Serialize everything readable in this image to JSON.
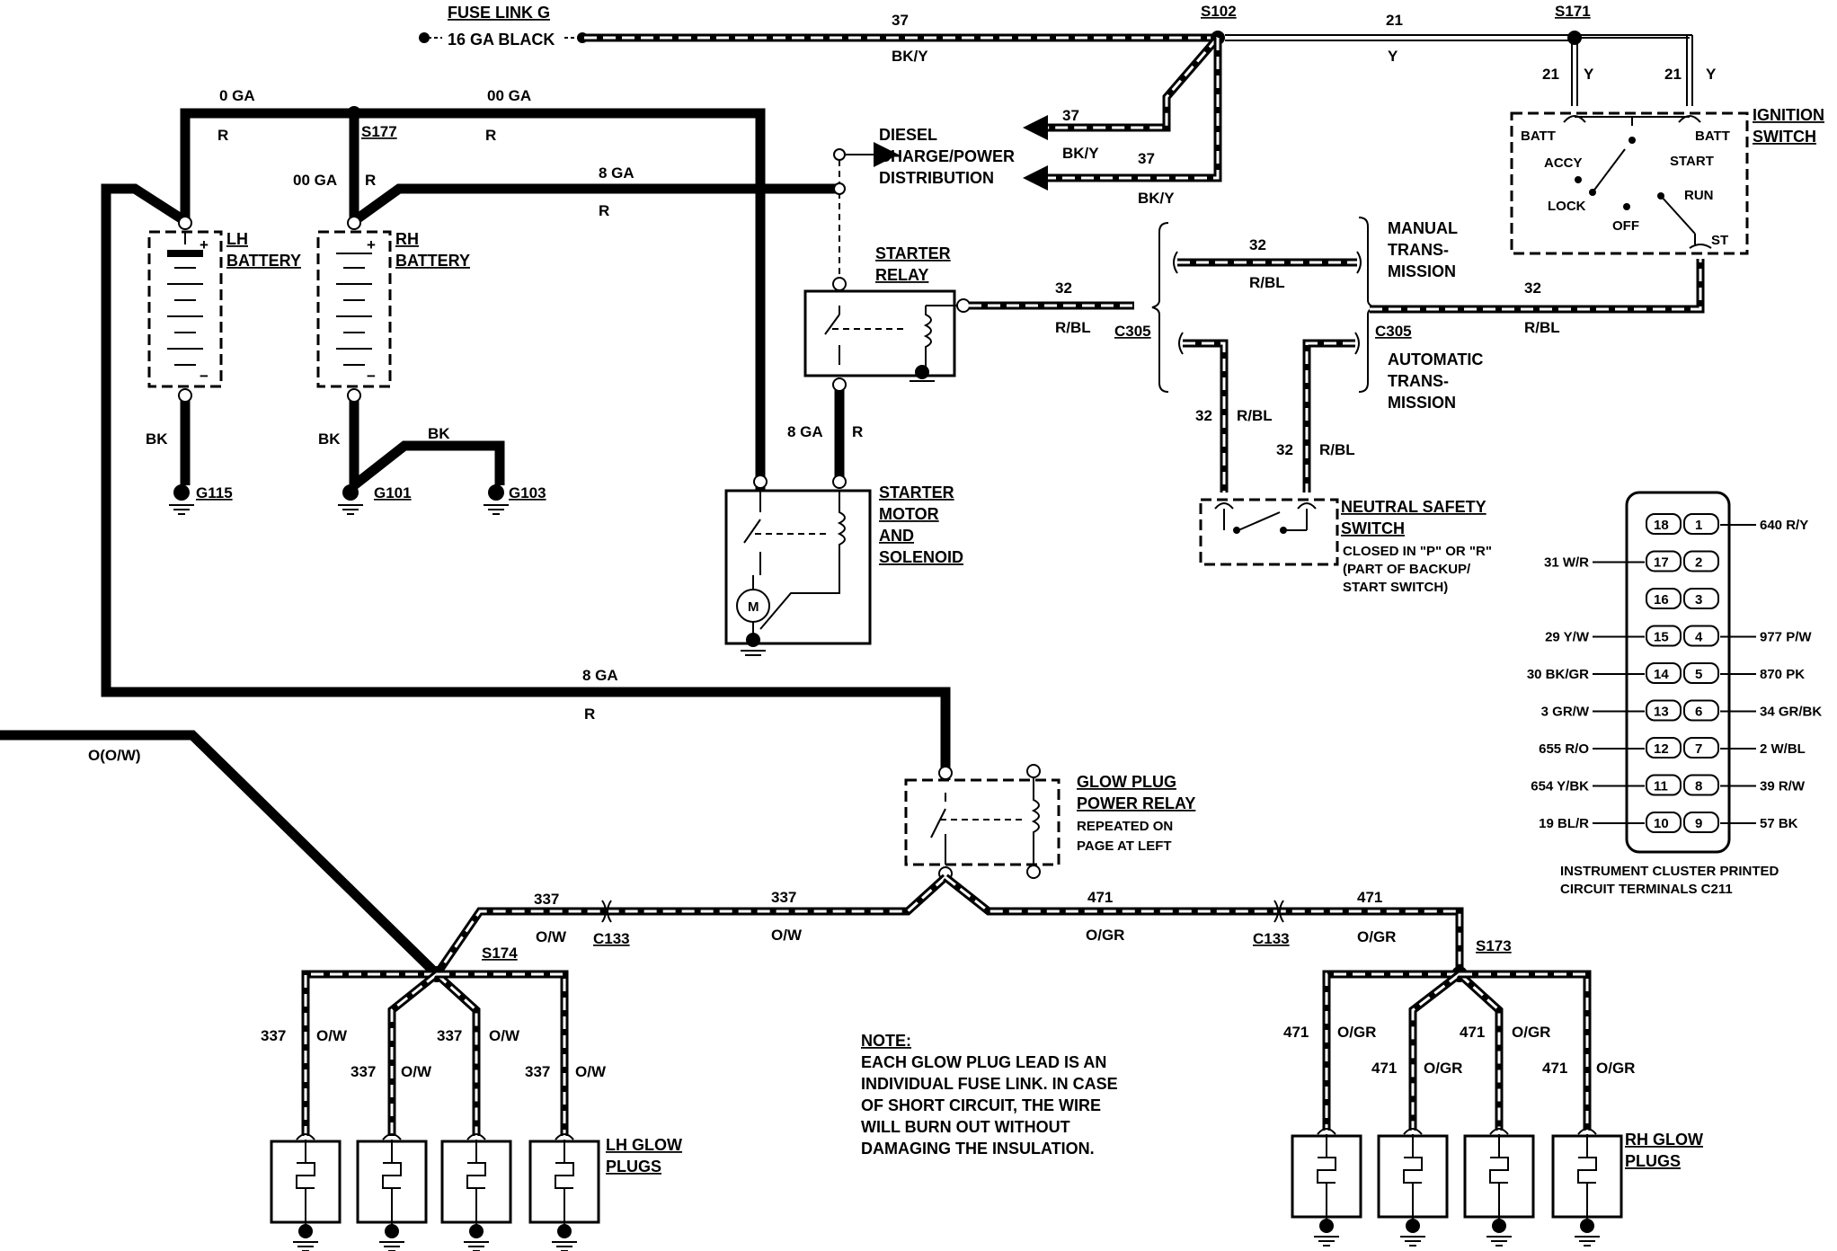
{
  "fuse_link": {
    "name": "FUSE LINK G",
    "gauge": "16 GA BLACK"
  },
  "wires": {
    "w37_num": "37",
    "w37_color": "BK/Y",
    "w21_num": "21",
    "w21_color": "Y",
    "bat_0ga": "0 GA",
    "bat_00ga_top": "00 GA",
    "bat_00ga_left": "00 GA",
    "red": "R",
    "ga8": "8 GA",
    "black": "BK",
    "w32": "32",
    "w32_color": "R/BL",
    "w337": "337",
    "w337_color": "O/W",
    "w471": "471",
    "w471_color": "O/GR",
    "orange_feed": "O(O/W)"
  },
  "splices": {
    "s102": "S102",
    "s171": "S171",
    "s177": "S177",
    "s174": "S174",
    "s173": "S173"
  },
  "connectors": {
    "c305": "C305",
    "c133": "C133"
  },
  "grounds": {
    "g115": "G115",
    "g101": "G101",
    "g103": "G103"
  },
  "components": {
    "lh_battery": [
      "LH",
      "BATTERY"
    ],
    "rh_battery": [
      "RH",
      "BATTERY"
    ],
    "diesel": [
      "DIESEL",
      "CHARGE/POWER",
      "DISTRIBUTION"
    ],
    "starter_relay": [
      "STARTER",
      "RELAY"
    ],
    "starter_motor": [
      "STARTER",
      "MOTOR",
      "AND",
      "SOLENOID"
    ],
    "motor_symbol": "M",
    "ignition_switch": [
      "IGNITION",
      "SWITCH"
    ],
    "ign_positions": {
      "batt": "BATT",
      "accy": "ACCY",
      "lock": "LOCK",
      "off": "OFF",
      "start": "START",
      "run": "RUN",
      "st": "ST"
    },
    "manual_trans": [
      "MANUAL",
      "TRANS-",
      "MISSION"
    ],
    "auto_trans": [
      "AUTOMATIC",
      "TRANS-",
      "MISSION"
    ],
    "neutral_safety": [
      "NEUTRAL SAFETY",
      "SWITCH"
    ],
    "neutral_note": [
      "CLOSED IN \"P\" OR \"R\"",
      "(PART OF BACKUP/",
      "START SWITCH)"
    ],
    "glow_relay": [
      "GLOW PLUG",
      "POWER RELAY"
    ],
    "glow_relay_note": [
      "REPEATED ON",
      "PAGE AT LEFT"
    ],
    "lh_glow": [
      "LH GLOW",
      "PLUGS"
    ],
    "rh_glow": [
      "RH GLOW",
      "PLUGS"
    ]
  },
  "note": [
    "NOTE:",
    "EACH GLOW PLUG LEAD IS AN",
    "INDIVIDUAL FUSE LINK. IN CASE",
    "OF SHORT CIRCUIT, THE WIRE",
    "WILL BURN OUT WITHOUT",
    "DAMAGING THE INSULATION."
  ],
  "cluster": {
    "caption": [
      "INSTRUMENT CLUSTER PRINTED",
      "CIRCUIT TERMINALS C211"
    ],
    "rows": [
      {
        "left_pin": "18",
        "right_pin": "1",
        "left_label": "",
        "right_label": "640 R/Y"
      },
      {
        "left_pin": "17",
        "right_pin": "2",
        "left_label": "31 W/R",
        "right_label": ""
      },
      {
        "left_pin": "16",
        "right_pin": "3",
        "left_label": "",
        "right_label": ""
      },
      {
        "left_pin": "15",
        "right_pin": "4",
        "left_label": "29 Y/W",
        "right_label": "977 P/W"
      },
      {
        "left_pin": "14",
        "right_pin": "5",
        "left_label": "30 BK/GR",
        "right_label": "870 PK"
      },
      {
        "left_pin": "13",
        "right_pin": "6",
        "left_label": "3 GR/W",
        "right_label": "34 GR/BK"
      },
      {
        "left_pin": "12",
        "right_pin": "7",
        "left_label": "655 R/O",
        "right_label": "2 W/BL"
      },
      {
        "left_pin": "11",
        "right_pin": "8",
        "left_label": "654 Y/BK",
        "right_label": "39 R/W"
      },
      {
        "left_pin": "10",
        "right_pin": "9",
        "left_label": "19 BL/R",
        "right_label": "57 BK"
      }
    ]
  }
}
